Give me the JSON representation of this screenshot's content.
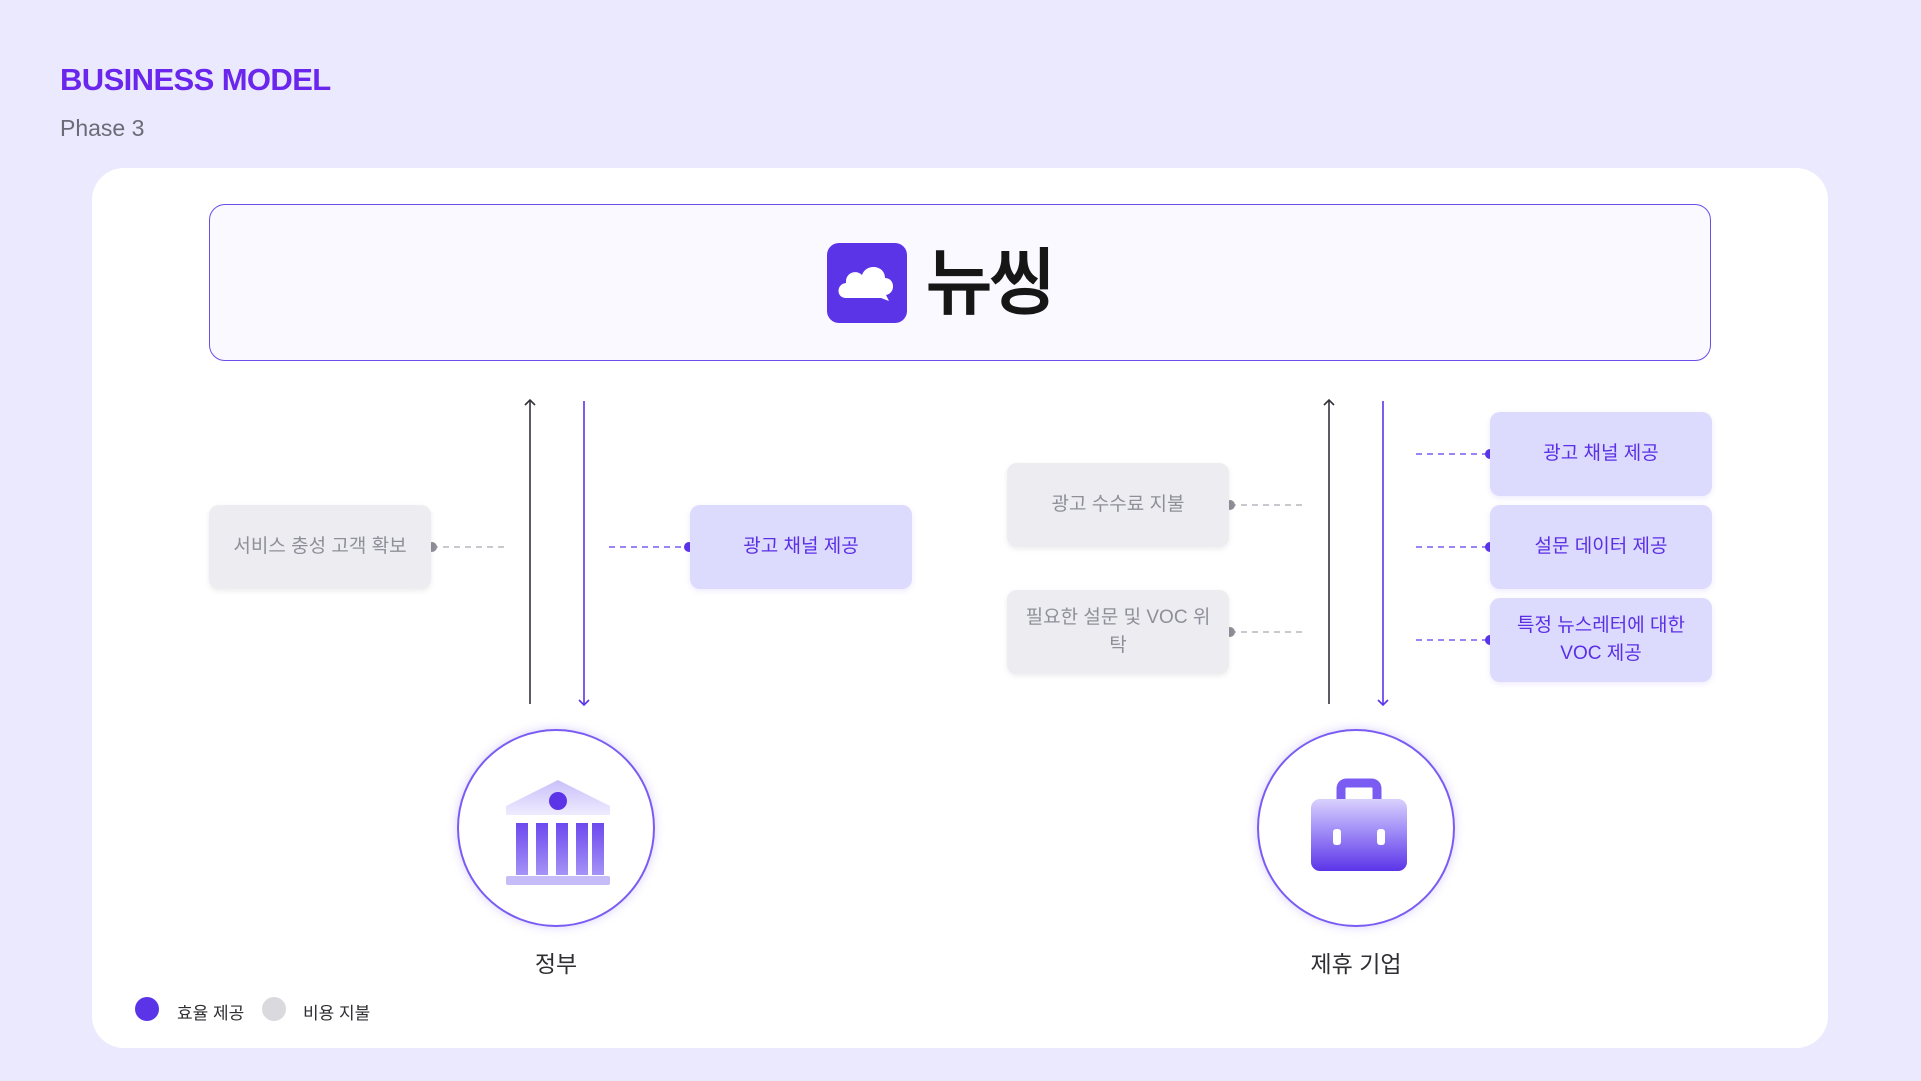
{
  "header": {
    "title": "BUSINESS MODEL",
    "subtitle": "Phase 3"
  },
  "brand": {
    "name": "뉴씽",
    "logo_icon": "cloud-chat-icon"
  },
  "left": {
    "cost_items": [
      "서비스 충성 고객 확보"
    ],
    "value_items": [
      "광고 채널 제공"
    ],
    "entity": "정부",
    "entity_icon": "government-building-icon"
  },
  "right": {
    "cost_items": [
      "광고 수수료 지불",
      "필요한 설문 및 VOC 위탁"
    ],
    "value_items": [
      "광고 채널 제공",
      "설문 데이터 제공",
      "특정 뉴스레터에 대한\nVOC 제공"
    ],
    "entity": "제휴 기업",
    "entity_icon": "briefcase-icon"
  },
  "legend": [
    {
      "label": "효율 제공",
      "color": "#5b34e8"
    },
    {
      "label": "비용 지불",
      "color": "#d9d9de"
    }
  ],
  "colors": {
    "accent": "#5b34e8",
    "title": "#6a26ec",
    "background": "#eae9fd",
    "cost_gray": "#8f8f99"
  }
}
